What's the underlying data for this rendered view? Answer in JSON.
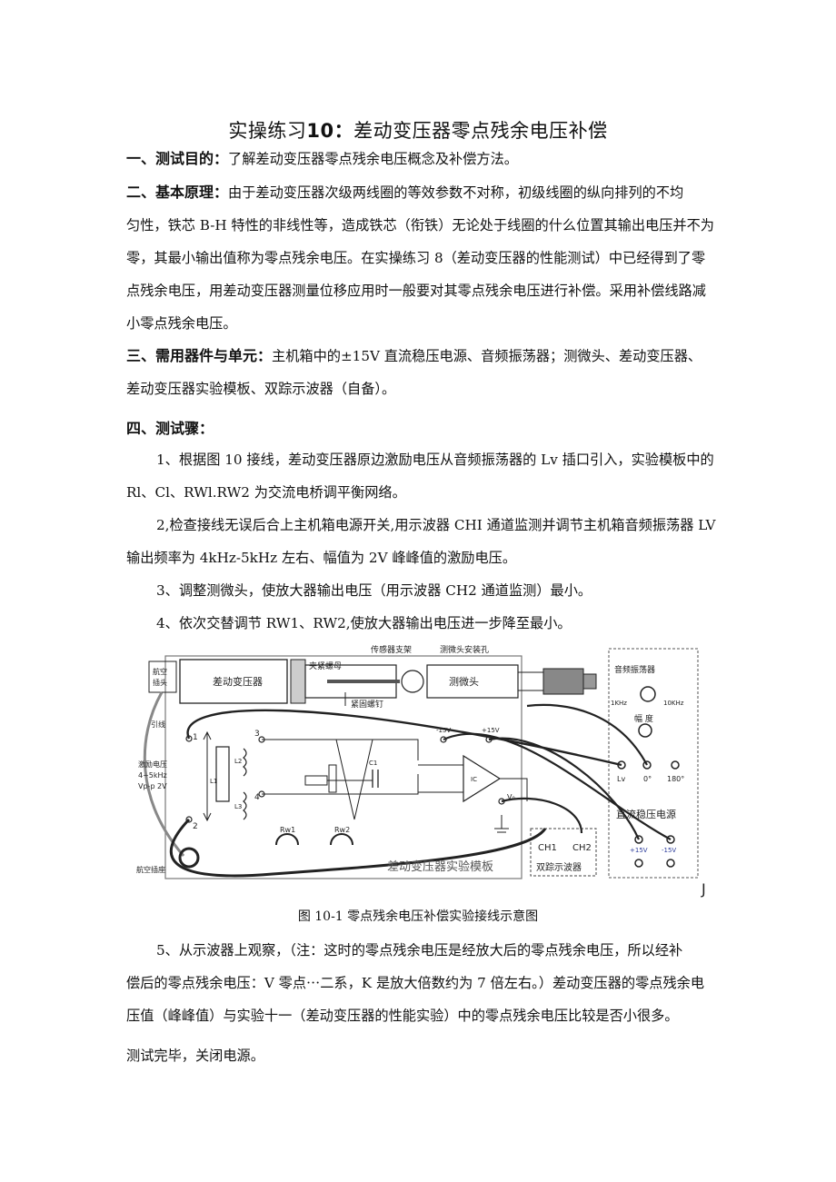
{
  "title_prefix": "实操练习",
  "title_number": "10：",
  "title_main": "差动变压器零点残余电压补偿",
  "s1_head": "一、测试目的：",
  "s1_body": "了解差动变压器零点残余电压概念及补偿方法。",
  "s2_head": "二、基本原理：",
  "s2_l1": "由于差动变压器次级两线圈的等效参数不对称，初级线圈的纵向排列的不均",
  "s2_l2": "匀性，铁芯 B-H 特性的非线性等，造成铁芯（衔铁）无论处于线圈的什么位置其输出电压并不为",
  "s2_l3": "零，其最小输出值称为零点残余电压。在实操练习 8（差动变压器的性能测试）中已经得到了零",
  "s2_l4": "点残余电压，用差动变压器测量位移应用时一般要对其零点残余电压进行补偿。采用补偿线路减",
  "s2_l5": "小零点残余电压。",
  "s3_head": "三、需用器件与单元：",
  "s3_l1": "主机箱中的±15V 直流稳压电源、音频振荡器；测微头、差动变压器、",
  "s3_l2": "差动变压器实验模板、双踪示波器（自备）。",
  "s4_head": "四、测试骤：",
  "s4_p1a": "1、根据图 10 接线，差动变压器原边激励电压从音频振荡器的 Lv 插口引入，实验模板中的",
  "s4_p1b": "Rl、Cl、RWl.RW2 为交流电桥调平衡网络。",
  "s4_p2a": "2,检查接线无误后合上主机箱电源开关,用示波器 CHI 通道监测并调节主机箱音频振荡器 LV",
  "s4_p2b": "输出频率为 4kHz-5kHz 左右、幅值为 2V 峰峰值的激励电压。",
  "s4_p3": "3、调整测微头，使放大器输出电压（用示波器 CH2 通道监测）最小。",
  "s4_p4": "4、依次交替调节 RW1、RW2,使放大器输出电压进一步降至最小。",
  "figure": {
    "label_sensor_bracket": "传感器支架",
    "label_micrometer_hole": "测微头安装孔",
    "label_aviation_plug": "航空",
    "label_aviation_plug2": "插头",
    "label_diff_transformer": "差动变压器",
    "label_clamp_nut": "夹紧螺母",
    "label_fix_screw": "紧固螺钉",
    "label_micrometer": "测微头",
    "label_lead": "引线",
    "label_excite1": "激励电压",
    "label_excite2": "4~5kHz",
    "label_excite3": "Vp-p 2V",
    "label_aviation_socket": "航空插座",
    "label_audio_osc": "音频振荡器",
    "label_1khz": "1KHz",
    "label_10khz": "10KHz",
    "label_amplitude": "幅  度",
    "label_lv": "Lv",
    "label_0deg": "0°",
    "label_180deg": "180°",
    "label_dc_supply": "直流稳压电源",
    "label_p15v": "+15V",
    "label_m15v": "-15V",
    "label_module": "差动变压器实验模板",
    "label_ch1": "CH1",
    "label_ch2": "CH2",
    "label_scope": "双踪示波器",
    "label_rw1": "Rw1",
    "label_rw2": "Rw2",
    "label_n1": "1",
    "label_n2": "2",
    "label_n3": "3",
    "label_n4": "4",
    "label_l1": "L1",
    "label_l2": "L2",
    "label_l3": "L3",
    "label_c1": "C1",
    "label_vo": "V₀",
    "label_ic": "IC",
    "label_j": "J"
  },
  "caption": "图 10-1 零点残余电压补偿实验接线示意图",
  "s4_p5a": "5、从示波器上观察，（注：这时的零点残余电压是经放大后的零点残余电压，所以经补",
  "s4_p5b": "偿后的零点残余电压：V 零点⋯二系，K 是放大倍数约为 7 倍左右。）差动变压器的零点残余电",
  "s4_p5c": "压值（峰峰值）与实验十一（差动变压器的性能实验）中的零点残余电压比较是否小很多。",
  "end_line": "测试完毕，关闭电源。"
}
